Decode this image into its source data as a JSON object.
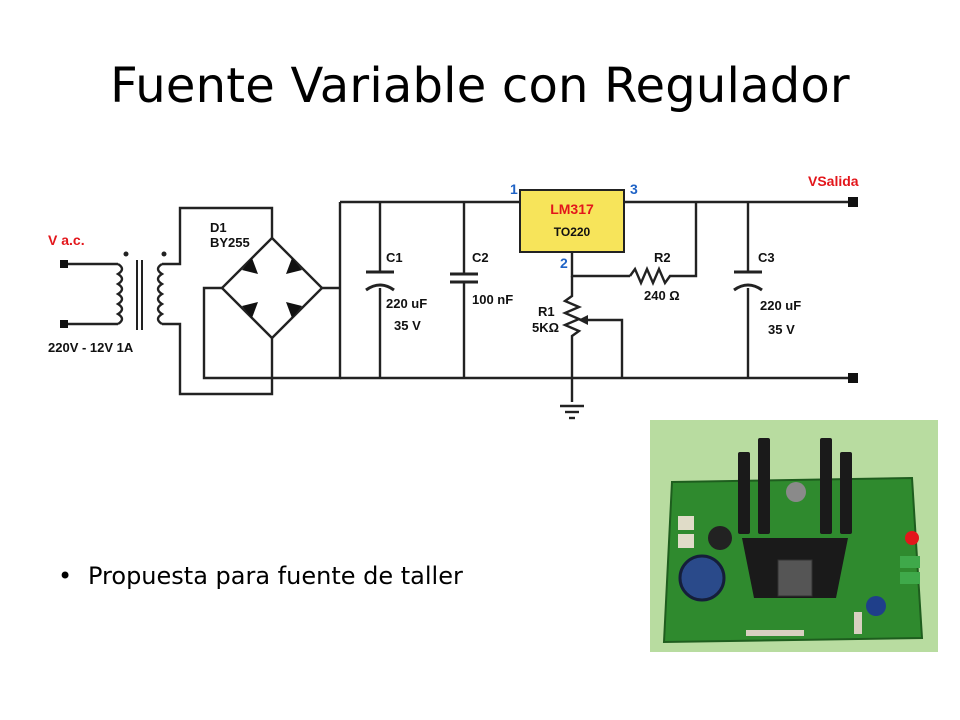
{
  "slide": {
    "title": "Fuente Variable con Regulador",
    "bullet": "Propuesta para fuente de taller"
  },
  "schematic": {
    "input_label": "V a.c.",
    "transformer_label": "220V - 12V  1A",
    "bridge_ref": "D1",
    "bridge_part": "BY255",
    "c1_ref": "C1",
    "c1_value": "220 uF",
    "c1_voltage": "35 V",
    "c2_ref": "C2",
    "c2_value": "100 nF",
    "regulator_part": "LM317",
    "regulator_package": "TO220",
    "pin1": "1",
    "pin2": "2",
    "pin3": "3",
    "r2_ref": "R2",
    "r2_value": "240 Ω",
    "r1_ref": "R1",
    "r1_value": "5KΩ",
    "c3_ref": "C3",
    "c3_value": "220 uF",
    "c3_voltage": "35 V",
    "output_label": "VSalida"
  },
  "colors": {
    "regulator_fill": "#f7e45a",
    "label_red": "#e3161b",
    "pin_blue": "#1f63c6",
    "pcb_green": "#2f8a2e",
    "photo_bg": "#b8dca0"
  }
}
